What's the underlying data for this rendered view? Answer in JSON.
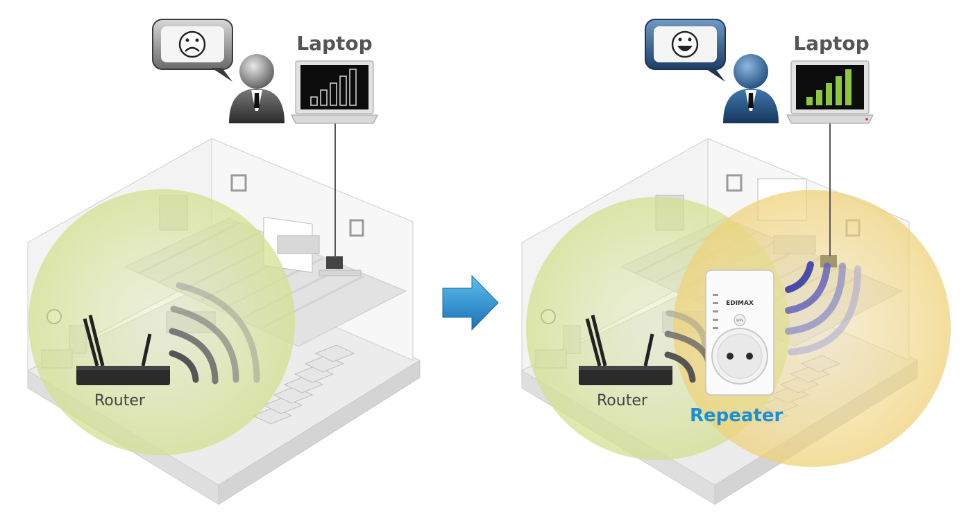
{
  "before": {
    "laptop_label": "Laptop",
    "router_label": "Router",
    "mood_icon": "sad-face-icon",
    "signal_level": 0.0
  },
  "after": {
    "laptop_label": "Laptop",
    "router_label": "Router",
    "repeater_label": "Repeater",
    "mood_icon": "happy-face-icon",
    "signal_level": 1.0,
    "repeater_brand": "EDIMAX",
    "repeater_button": "WPS"
  },
  "colors": {
    "router_coverage": "#d6e59a",
    "repeater_coverage": "#f3dc8a",
    "repeater_label": "#1a8fd8",
    "arrow": "#2e9ad8",
    "signal_bars_active": "#8dc63f",
    "wifi_waves_after": "#6f6fc0",
    "person_after": "#3d6f9e",
    "person_before": "#8c8c8c"
  }
}
